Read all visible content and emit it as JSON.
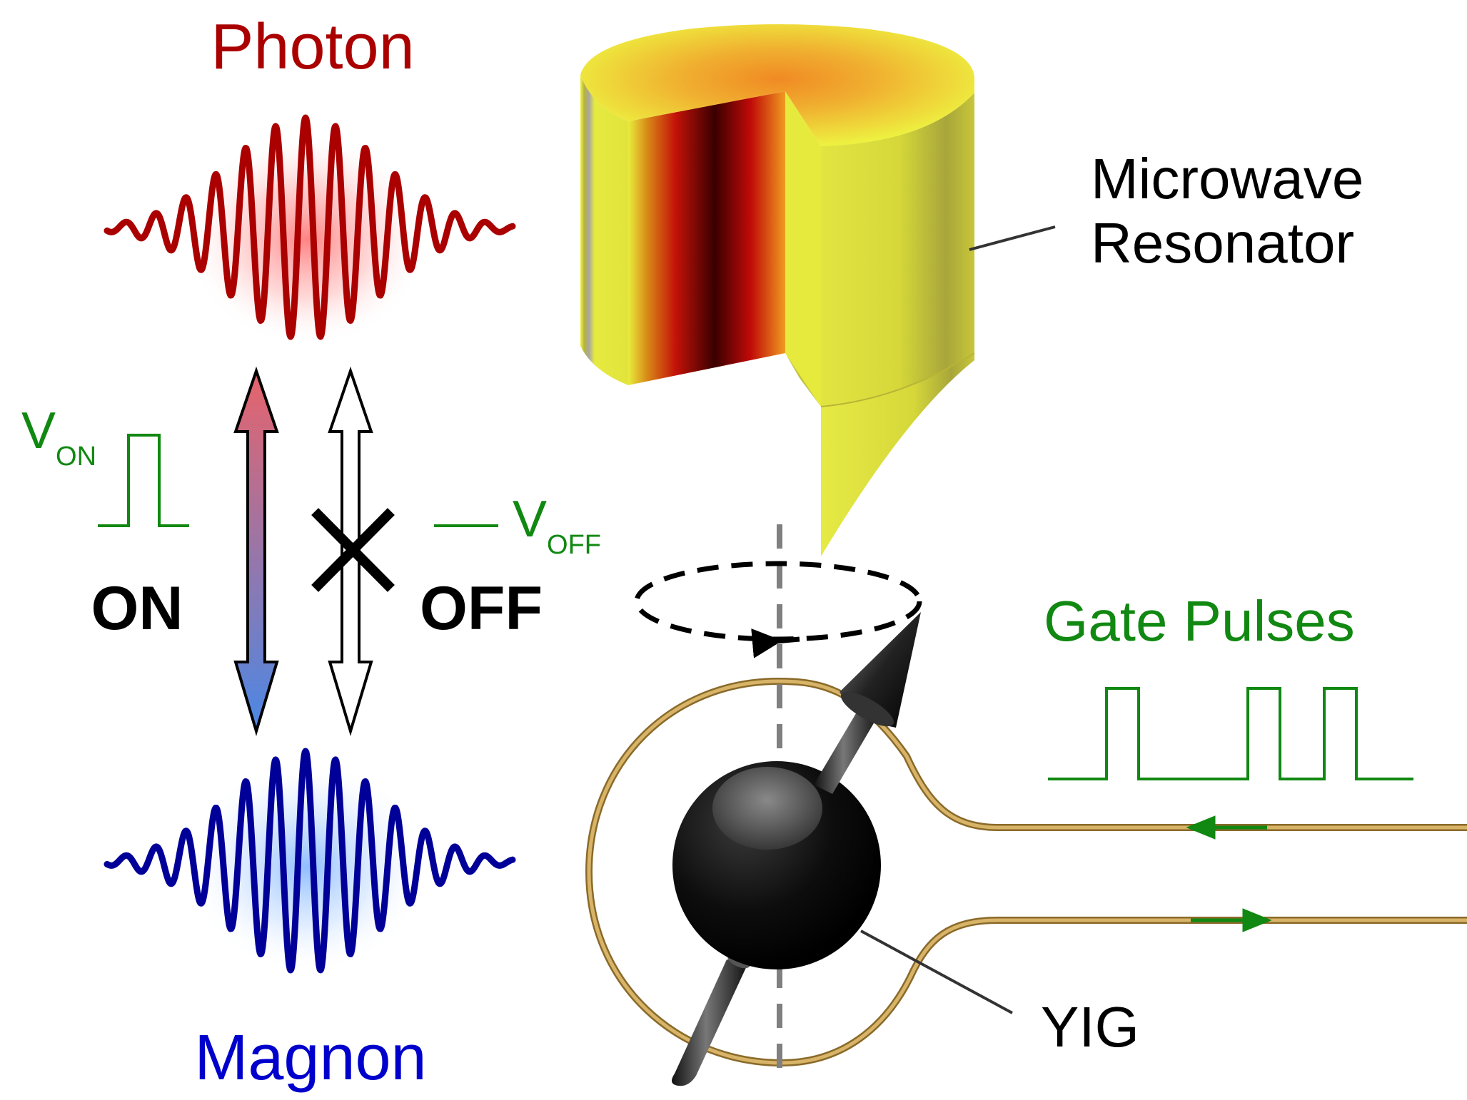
{
  "labels": {
    "photon": "Photon",
    "magnon": "Magnon",
    "on": "ON",
    "off": "OFF",
    "v_on_main": "V",
    "v_on_sub": "ON",
    "v_off_main": "V",
    "v_off_sub": "OFF",
    "resonator_line1": "Microwave",
    "resonator_line2": "Resonator",
    "gate_pulses": "Gate Pulses",
    "yig": "YIG"
  },
  "colors": {
    "photon": "#aa0000",
    "magnon": "#000099",
    "gate": "#118811",
    "label": "#000000",
    "arrow_top": "#e8636a",
    "arrow_bottom": "#4a88e6",
    "resonator_outer": "#e8ec44",
    "resonator_hot": "#cc0000",
    "wire": "#c8a255"
  },
  "icons": {
    "photon_wave": "wave-packet-icon",
    "magnon_wave": "wave-packet-icon",
    "on_arrow": "double-arrow-icon",
    "off_arrow": "double-arrow-icon",
    "off_cross": "cross-icon",
    "resonator": "cylinder-resonator-icon",
    "yig_sphere": "sphere-icon",
    "spin": "spin-arrow-icon",
    "loop": "wire-loop-icon"
  }
}
